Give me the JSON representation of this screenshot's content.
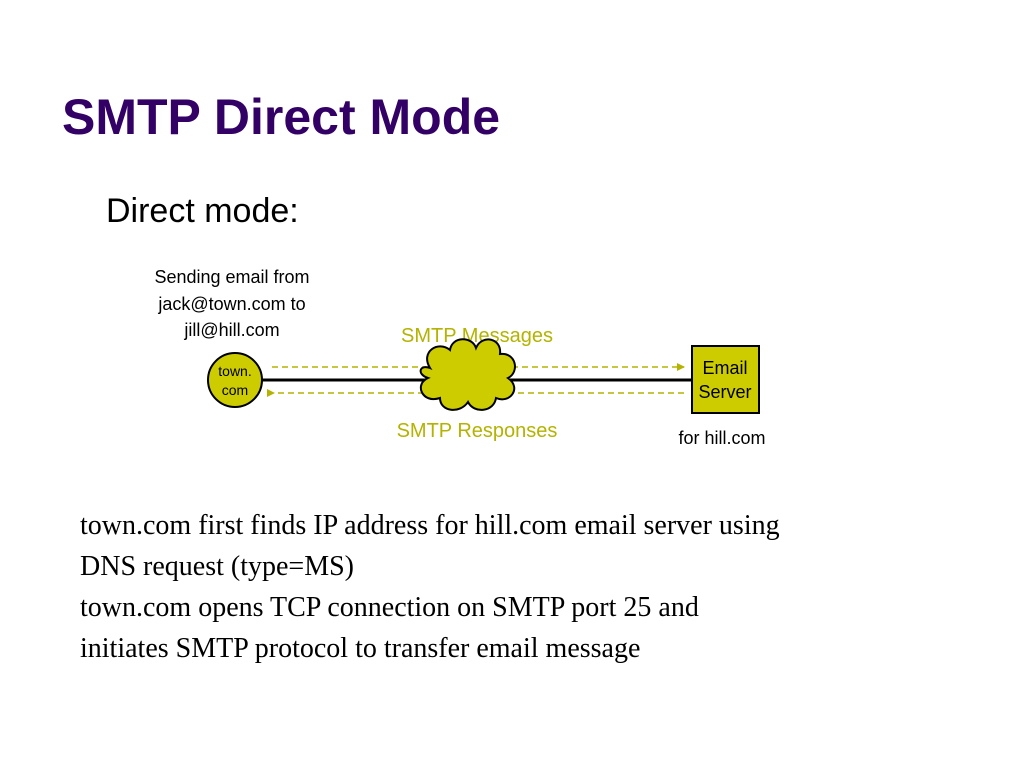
{
  "slide": {
    "title": "SMTP Direct Mode",
    "subtitle": "Direct mode:"
  },
  "diagram": {
    "caption_lines": [
      "Sending email from",
      "jack@town.com to",
      "jill@hill.com"
    ],
    "sender_node_lines": [
      "town.",
      "com"
    ],
    "server_node_lines": [
      "Email",
      "Server"
    ],
    "server_caption": "for hill.com",
    "messages_label": "SMTP Messages",
    "responses_label": "SMTP Responses",
    "colors": {
      "node_fill": "#cccc00",
      "label_color": "#b3b300",
      "dashed_arrow": "#b3b300",
      "line": "#000000",
      "title": "#330066"
    }
  },
  "body": {
    "lines": [
      "town.com first finds IP address for hill.com email server using",
      "DNS request (type=MS)",
      "town.com opens TCP connection on SMTP port 25 and",
      "initiates SMTP protocol to transfer email message"
    ]
  }
}
